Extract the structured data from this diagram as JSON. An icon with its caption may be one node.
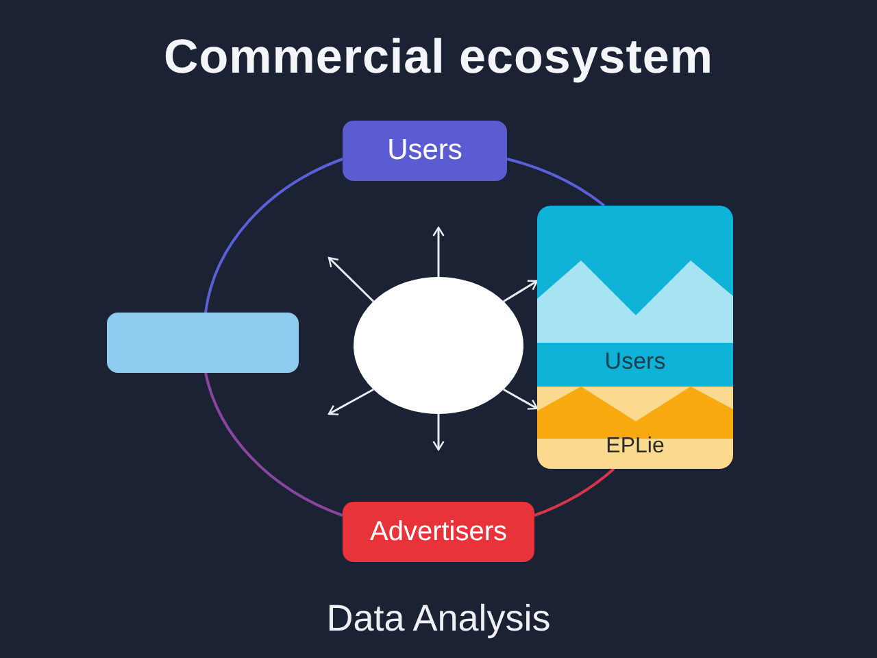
{
  "diagram": {
    "title": "Commercial ecosystem",
    "nodes": [
      {
        "text": [
          "Users"
        ]
      },
      {
        "text": [],
        "shape": "box"
      },
      {
        "text": [],
        "shape": "circle"
      },
      {
        "text": [
          "Users"
        ]
      },
      {
        "text": [
          "EPLie"
        ]
      },
      {
        "text": [
          "Advertisers"
        ]
      }
    ],
    "edges": [
      {
        "from": 0,
        "to": 3,
        "arrow": "none",
        "color": "#5a60d8"
      },
      {
        "from": 4,
        "to": 5,
        "arrow": "none",
        "color": "#d8344a"
      },
      {
        "from": 5,
        "to": 1,
        "arrow": "none",
        "color": "#8a45a0"
      },
      {
        "from": 1,
        "to": 0,
        "arrow": "none",
        "color": "#5a60d8"
      },
      {
        "from": 2,
        "to": 3,
        "arrow": "to"
      },
      {
        "from": 2,
        "to": 4,
        "arrow": "to"
      },
      {
        "from": 2,
        "to": null,
        "arrow": "to"
      },
      {
        "from": 2,
        "to": null,
        "arrow": "to"
      },
      {
        "from": 2,
        "to": null,
        "arrow": "to"
      },
      {
        "from": 2,
        "to": null,
        "arrow": "to"
      }
    ],
    "labels": [
      "Data Analysis"
    ]
  }
}
